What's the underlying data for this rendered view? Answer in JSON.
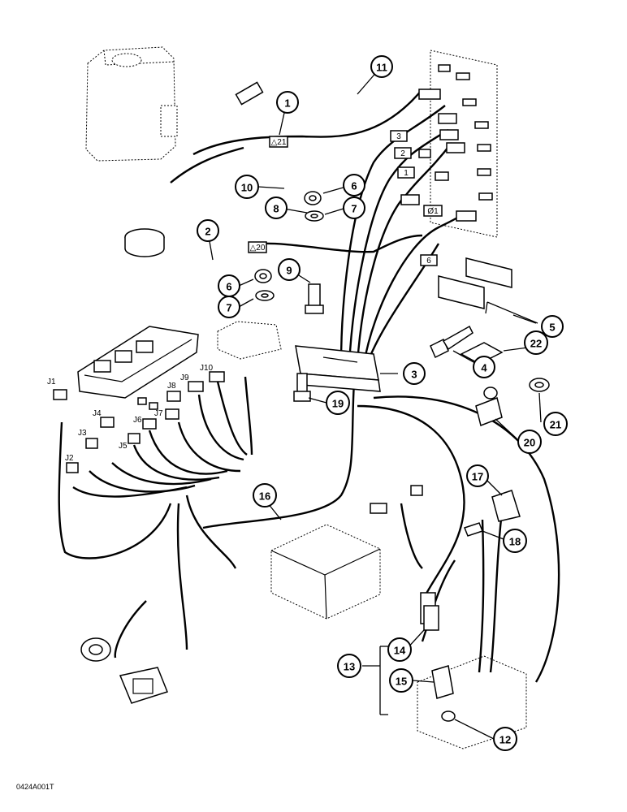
{
  "callouts": [
    "1",
    "2",
    "3",
    "4",
    "5",
    "6",
    "6",
    "7",
    "7",
    "8",
    "9",
    "10",
    "11",
    "12",
    "13",
    "14",
    "15",
    "16",
    "17",
    "18",
    "19",
    "20",
    "21",
    "22"
  ],
  "tags": [
    "△21",
    "△20",
    "3",
    "2",
    "1",
    "Ø1",
    "6"
  ],
  "connectors": [
    "J1",
    "J2",
    "J3",
    "J4",
    "J5",
    "J6",
    "J7",
    "J8",
    "J9",
    "J10"
  ],
  "drawing_code": "0424A001T"
}
